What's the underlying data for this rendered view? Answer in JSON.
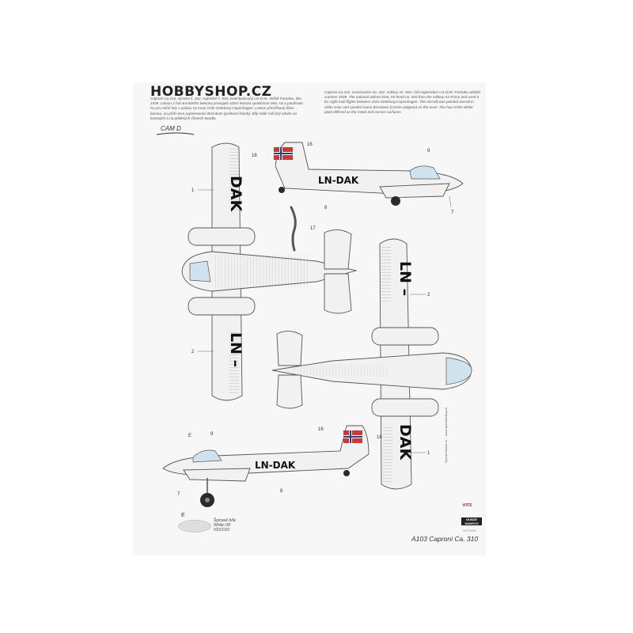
{
  "watermark": "HOBBYSHOP.CZ",
  "descriptions": {
    "czech": "Caproni Ca.310, výrobní č. 362, vojenské č. 503, imatrikulovaný LN-DAK, letiště Fornebu, léto 1939. Letoun z řad armádního letectva pronajala státní letecká společnost DNL AS a používala ho pro noční lety s poštou na trase Oslo-Göteborg-Copenhagen. Letoun přestříkaný bílou barvou, na přídi nese pojmenování Brevduen (poštovní holub). Bílý nátěr měl jiný odstín na kovových a na plátěných částech letadla.",
    "english": "Caproni Ca.310, construction no. 362, military no. 503, civil registration LN-DAK, Fornebu airfield, summer 1939. The national airlines DNL AS hired no. 503 from the military Air Force and used it for night mail flights between Oslo-Göteborg-Copenhagen. The aircraft was painted overall in white color and sported name Brevduen (Carrier pidgeon) on the nose. The hue of the White paint differed on the metal and canvas surfaces."
  },
  "scheme_label": "CAM D",
  "registration": {
    "full": "LN-DAK",
    "wing_part_a": "LN –",
    "wing_part_b": "DAK"
  },
  "callouts": [
    "1",
    "2",
    "7",
    "8",
    "9",
    "16",
    "17",
    "18",
    "E"
  ],
  "paint": {
    "letter": "E",
    "lines": [
      "Špinavě bílá",
      "White Off",
      "H21/C69"
    ]
  },
  "sidebar_text": "Special thanks to ... www.specialhobby.eu",
  "logos": {
    "kits": "KITS",
    "brand": "GUNZE SANGYO"
  },
  "ref_code": "SH72209",
  "caption": "A103 Caproni Ca. 310",
  "colors": {
    "airframe": "#f1f1f1",
    "outline": "#555555",
    "glass": "#cfe3ef",
    "flag_red": "#c63a3a",
    "flag_blue": "#2a3e7a",
    "tyre": "#2b2b2b"
  }
}
